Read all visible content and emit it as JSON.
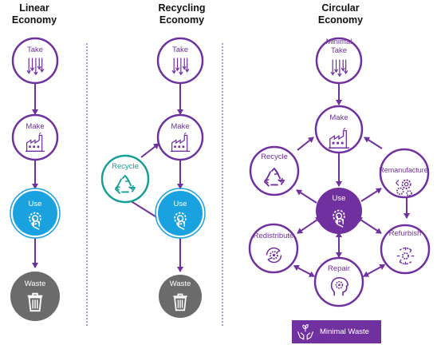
{
  "colors": {
    "purple": "#7030a0",
    "teal": "#15a095",
    "blue": "#1aa2e0",
    "gray": "#6b6b6b",
    "white": "#ffffff"
  },
  "columns": {
    "linear": {
      "title_line1": "Linear",
      "title_line2": "Economy"
    },
    "recycling": {
      "title_line1": "Recycling",
      "title_line2": "Economy"
    },
    "circular": {
      "title_line1": "Circular",
      "title_line2": "Economy"
    }
  },
  "linear": {
    "take": "Take",
    "make": "Make",
    "use": "Use",
    "waste": "Waste"
  },
  "recycling": {
    "take": "Take",
    "make": "Make",
    "recycle": "Recycle",
    "use": "Use",
    "waste": "Waste"
  },
  "circular": {
    "take_line1": "Minimal",
    "take_line2": "Take",
    "make": "Make",
    "recycle": "Recycle",
    "remanufacture": "Remanufacture",
    "use": "Use",
    "redistribute": "Redistribute",
    "refurbish": "Refurbish",
    "repair": "Repair",
    "minimal_waste": "Minimal Waste"
  },
  "icons": {
    "take": "down-arrows-icon",
    "make": "factory-icon",
    "use": "hand-gear-icon",
    "waste": "trash-bin-icon",
    "recycle": "recycle-icon",
    "remanufacture": "gears-icon",
    "redistribute": "cycle-gear-icon",
    "refurbish": "refurbish-cycle-icon",
    "repair": "head-gear-icon",
    "minimal_waste": "hands-plant-icon"
  }
}
